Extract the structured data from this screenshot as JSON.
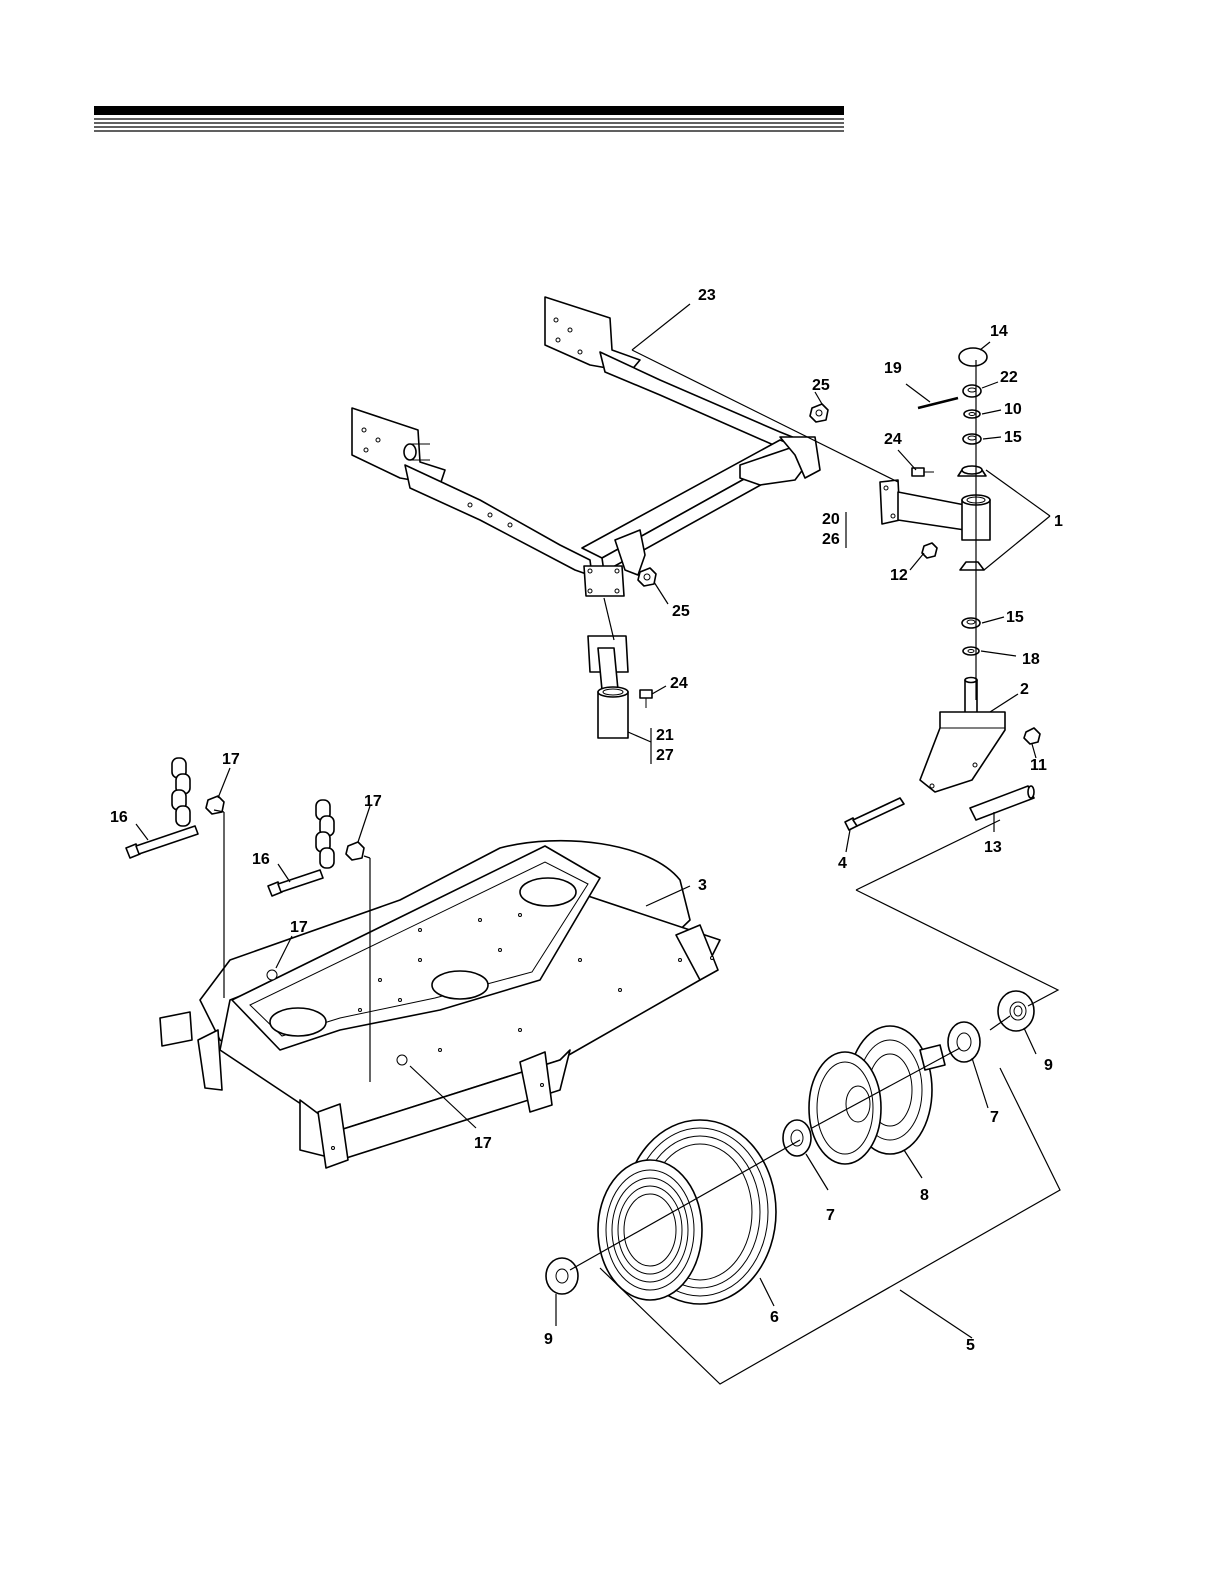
{
  "header_rule": {
    "color": "#000000"
  },
  "callouts": [
    {
      "id": "c23",
      "text": "23"
    },
    {
      "id": "c14",
      "text": "14"
    },
    {
      "id": "c19",
      "text": "19"
    },
    {
      "id": "c22",
      "text": "22"
    },
    {
      "id": "c25a",
      "text": "25"
    },
    {
      "id": "c10",
      "text": "10"
    },
    {
      "id": "c15a",
      "text": "15"
    },
    {
      "id": "c24a",
      "text": "24"
    },
    {
      "id": "c1",
      "text": "1"
    },
    {
      "id": "c20",
      "text": "20"
    },
    {
      "id": "c26",
      "text": "26"
    },
    {
      "id": "c12",
      "text": "12"
    },
    {
      "id": "c25b",
      "text": "25"
    },
    {
      "id": "c15b",
      "text": "15"
    },
    {
      "id": "c18",
      "text": "18"
    },
    {
      "id": "c24b",
      "text": "24"
    },
    {
      "id": "c2",
      "text": "2"
    },
    {
      "id": "c21",
      "text": "21"
    },
    {
      "id": "c27",
      "text": "27"
    },
    {
      "id": "c11",
      "text": "11"
    },
    {
      "id": "c17a",
      "text": "17"
    },
    {
      "id": "c16a",
      "text": "16"
    },
    {
      "id": "c17b",
      "text": "17"
    },
    {
      "id": "c16b",
      "text": "16"
    },
    {
      "id": "c4",
      "text": "4"
    },
    {
      "id": "c13",
      "text": "13"
    },
    {
      "id": "c3",
      "text": "3"
    },
    {
      "id": "c17c",
      "text": "17"
    },
    {
      "id": "c9a",
      "text": "9"
    },
    {
      "id": "c7a",
      "text": "7"
    },
    {
      "id": "c17d",
      "text": "17"
    },
    {
      "id": "c7b",
      "text": "7"
    },
    {
      "id": "c8",
      "text": "8"
    },
    {
      "id": "c6",
      "text": "6"
    },
    {
      "id": "c9b",
      "text": "9"
    },
    {
      "id": "c5",
      "text": "5"
    }
  ]
}
